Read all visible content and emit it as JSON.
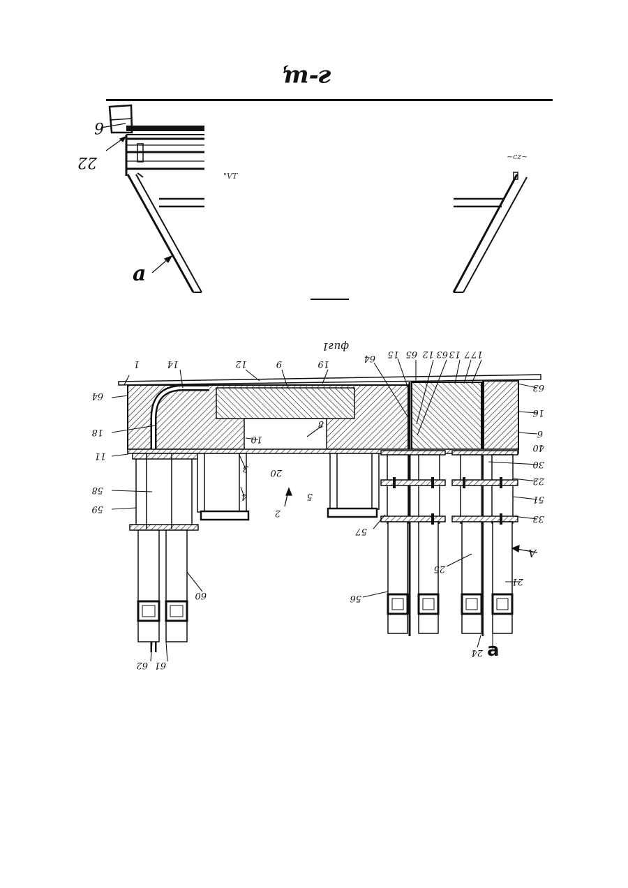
{
  "page": {
    "title": "г-щ"
  },
  "upper_figure": {
    "labels": {
      "part_6": "6",
      "part_22": "22",
      "callout_a": "a",
      "scan_noise_left": "\"VT",
      "scan_noise_right": "~cz~"
    }
  },
  "lower_figure": {
    "caption": "фиг1",
    "callout_a": "a",
    "callout_A": "A",
    "top_labels": [
      "1",
      "14",
      "12",
      "9",
      "19",
      "64",
      "15",
      "65",
      "12",
      "63",
      "13",
      "7",
      "17"
    ],
    "left_labels": [
      "64",
      "18",
      "11",
      "58",
      "59"
    ],
    "right_labels": [
      "63",
      "16",
      "6",
      "40",
      "30",
      "22",
      "51",
      "33"
    ],
    "inner_labels": [
      "10",
      "8",
      "3",
      "20",
      "4",
      "2",
      "5",
      "57",
      "25",
      "56",
      "60",
      "21"
    ],
    "bottom_labels": [
      "62",
      "61",
      "24"
    ]
  }
}
